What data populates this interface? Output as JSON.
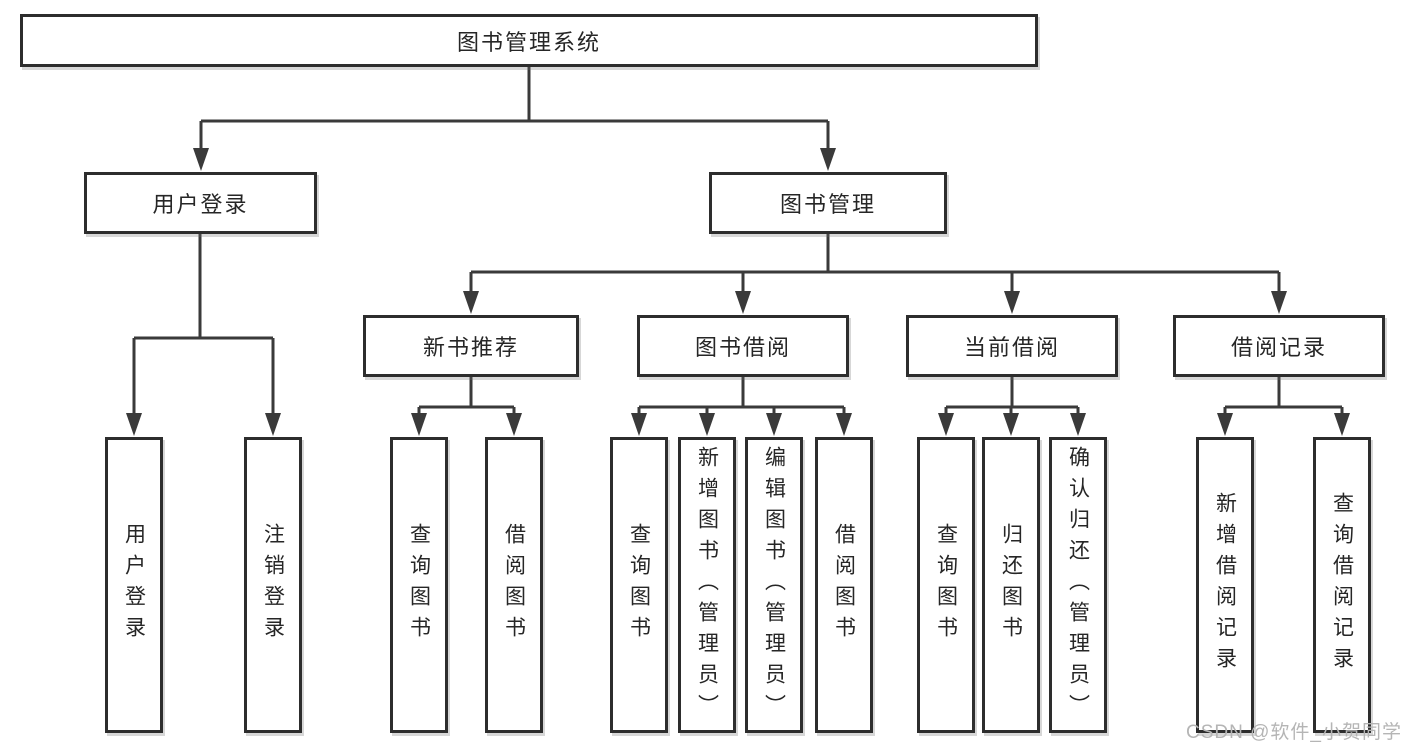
{
  "tree": {
    "root": "图书管理系统",
    "branches": [
      {
        "label": "用户登录",
        "children": [
          {
            "label": "用户登录"
          },
          {
            "label": "注销登录"
          }
        ]
      },
      {
        "label": "图书管理",
        "children": [
          {
            "label": "新书推荐",
            "children": [
              {
                "label": "查询图书"
              },
              {
                "label": "借阅图书"
              }
            ]
          },
          {
            "label": "图书借阅",
            "children": [
              {
                "label": "查询图书"
              },
              {
                "label": "新增图书（管理员）"
              },
              {
                "label": "编辑图书（管理员）"
              },
              {
                "label": "借阅图书"
              }
            ]
          },
          {
            "label": "当前借阅",
            "children": [
              {
                "label": "查询图书"
              },
              {
                "label": "归还图书"
              },
              {
                "label": "确认归还（管理员）"
              }
            ]
          },
          {
            "label": "借阅记录",
            "children": [
              {
                "label": "新增借阅记录"
              },
              {
                "label": "查询借阅记录"
              }
            ]
          }
        ]
      }
    ]
  },
  "watermark": "CSDN @软件_小贺同学",
  "colors": {
    "line": "#3a3a3a",
    "box_border": "#2d2d2d",
    "text": "#262626",
    "background": "#ffffff",
    "watermark": "#b5b5b5"
  }
}
